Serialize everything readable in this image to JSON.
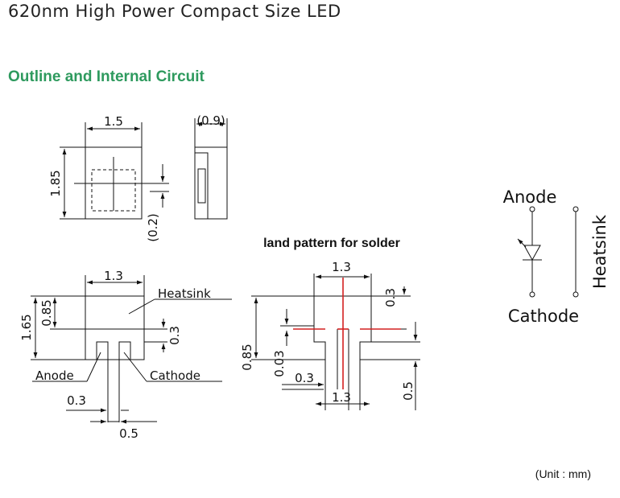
{
  "header": {
    "title": "620nm High Power Compact Size LED",
    "section": "Outline and Internal Circuit",
    "unit": "(Unit : mm)"
  },
  "top_view": {
    "width": "1.5",
    "height": "1.85",
    "offset": "(0.2)"
  },
  "side_view": {
    "thickness": "(0.9)"
  },
  "bottom_view": {
    "width": "1.3",
    "total_height": "1.65",
    "heatsink_height": "0.85",
    "gap": "0.3",
    "pad_width": "0.3",
    "pad_pitch": "0.5",
    "heatsink_label": "Heatsink",
    "anode_label": "Anode",
    "cathode_label": "Cathode"
  },
  "land_pattern": {
    "title": "land pattern for solder",
    "top_width": "1.3",
    "top_height": "0.3",
    "height": "0.85",
    "gap": "0.03",
    "pad_width": "0.3",
    "bottom_width": "1.3",
    "pad_height": "0.5"
  },
  "circuit": {
    "anode": "Anode",
    "cathode": "Cathode",
    "heatsink": "Heatsink"
  }
}
